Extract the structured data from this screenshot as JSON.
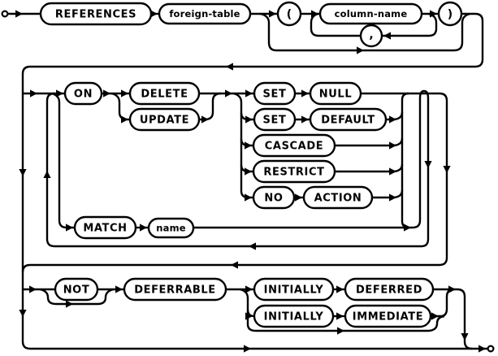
{
  "diagram": {
    "kind": "railroad-syntax-diagram",
    "colors": {
      "line": "#000000",
      "background": "#ffffff",
      "box_fill": "#ffffff",
      "text": "#000000"
    },
    "row1": {
      "references": "REFERENCES",
      "foreign_table": "foreign-table",
      "open_paren": "(",
      "column_name": "column-name",
      "comma": ",",
      "close_paren": ")"
    },
    "on_clause": {
      "on": "ON",
      "delete": "DELETE",
      "update": "UPDATE",
      "set_null": {
        "set": "SET",
        "null": "NULL"
      },
      "set_default": {
        "set": "SET",
        "default": "DEFAULT"
      },
      "cascade": "CASCADE",
      "restrict": "RESTRICT",
      "no_action": {
        "no": "NO",
        "action": "ACTION"
      }
    },
    "match_clause": {
      "match": "MATCH",
      "name": "name"
    },
    "deferrable_clause": {
      "not": "NOT",
      "deferrable": "DEFERRABLE",
      "initially_deferred": {
        "initially": "INITIALLY",
        "deferred": "DEFERRED"
      },
      "initially_immediate": {
        "initially": "INITIALLY",
        "immediate": "IMMEDIATE"
      }
    }
  }
}
